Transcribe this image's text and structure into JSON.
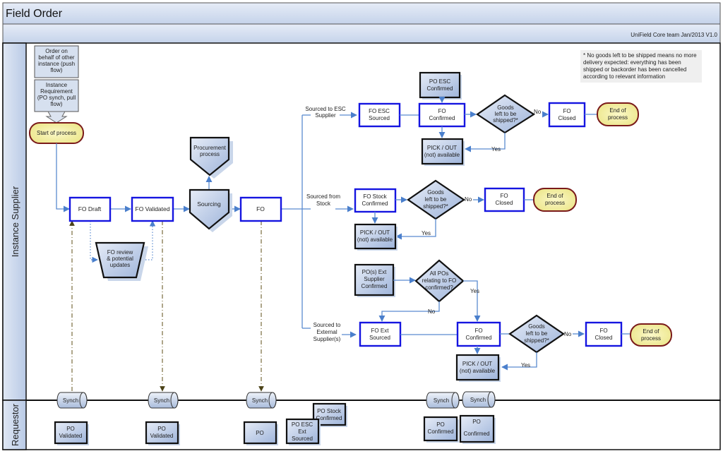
{
  "header": {
    "title": "Field Order",
    "credit": "UniField Core team Jan/2013 V1.0"
  },
  "lanes": {
    "supplier": "Instance Supplier",
    "requestor": "Requestor"
  },
  "note": {
    "lines": [
      "* No goods left to be shipped means no more",
      "delivery expected: everything has been",
      "shipped or backorder has been cancelled",
      "according to relevant information"
    ]
  },
  "entry": {
    "push": [
      "Order on",
      "behalf of other",
      "instance (push",
      "flow)"
    ],
    "pull": [
      "Instance",
      "Requirement",
      "(PO synch, pull",
      "flow)"
    ],
    "start": "Start of process"
  },
  "main": {
    "fo_draft": "FO Draft",
    "fo_validated": "FO Validated",
    "sourcing": "Sourcing",
    "procurement": [
      "Procurement",
      "process"
    ],
    "fo": "FO",
    "review": [
      "FO review",
      "& potential",
      "updates"
    ]
  },
  "branches": {
    "esc": {
      "label": [
        "Sourced to ESC",
        "Supplier"
      ],
      "sourced": [
        "FO ESC",
        "Sourced"
      ],
      "po_confirmed": [
        "PO ESC",
        "Confirmed"
      ],
      "confirmed": [
        "FO",
        "Confirmed"
      ],
      "decision": [
        "Goods",
        "left to be",
        "shipped?*"
      ],
      "no": "No",
      "yes": "Yes",
      "closed": [
        "FO",
        "Closed"
      ],
      "end": [
        "End of",
        "process"
      ],
      "pick": [
        "PICK / OUT",
        "(not) available"
      ]
    },
    "stock": {
      "label": [
        "Sourced from",
        "Stock"
      ],
      "confirmed": [
        "FO Stock",
        "Confirmed"
      ],
      "decision": [
        "Goods",
        "left to be",
        "shipped?*"
      ],
      "no": "No",
      "yes": "Yes",
      "closed": [
        "FO",
        "Closed"
      ],
      "end": [
        "End of",
        "process"
      ],
      "pick": [
        "PICK / OUT",
        "(not) available"
      ]
    },
    "external": {
      "label": [
        "Sourced to",
        "External",
        "Supplier(s)"
      ],
      "po_confirmed": [
        "PO(s) Ext",
        "Supplier",
        "Confirmed"
      ],
      "all_pos": [
        "All POs",
        "relating to FO",
        "confirmed?"
      ],
      "all_yes": "Yes",
      "all_no": "No",
      "sourced": [
        "FO Ext",
        "Sourced"
      ],
      "confirmed": [
        "FO",
        "Confirmed"
      ],
      "decision": [
        "Goods",
        "left to be",
        "shipped?*"
      ],
      "no": "No",
      "yes": "Yes",
      "closed": [
        "FO",
        "Closed"
      ],
      "end": [
        "End of",
        "process"
      ],
      "pick": [
        "PICK / OUT",
        "(not) available"
      ]
    }
  },
  "requestor": {
    "synch": "Synch",
    "docs": {
      "po_validated_1": [
        "PO",
        "Validated"
      ],
      "po_validated_2": [
        "PO",
        "Validated"
      ],
      "po": "PO",
      "po_stock_confirmed": [
        "PO Stock",
        "Confirmed"
      ],
      "po_esc_ext_sourced": [
        "PO ESC",
        "Ext",
        "Sourced"
      ],
      "po_confirmed_1": [
        "PO",
        "Confirmed"
      ],
      "po_confirmed_2": [
        "PO",
        "Confirmed"
      ]
    }
  },
  "colors": {
    "box_border": "#1515e0",
    "flow_line": "#5b8bd0",
    "terminator_fill": "#f5f0a0",
    "terminator_border": "#7a1a1a",
    "header_fill": "#d3ddef"
  }
}
